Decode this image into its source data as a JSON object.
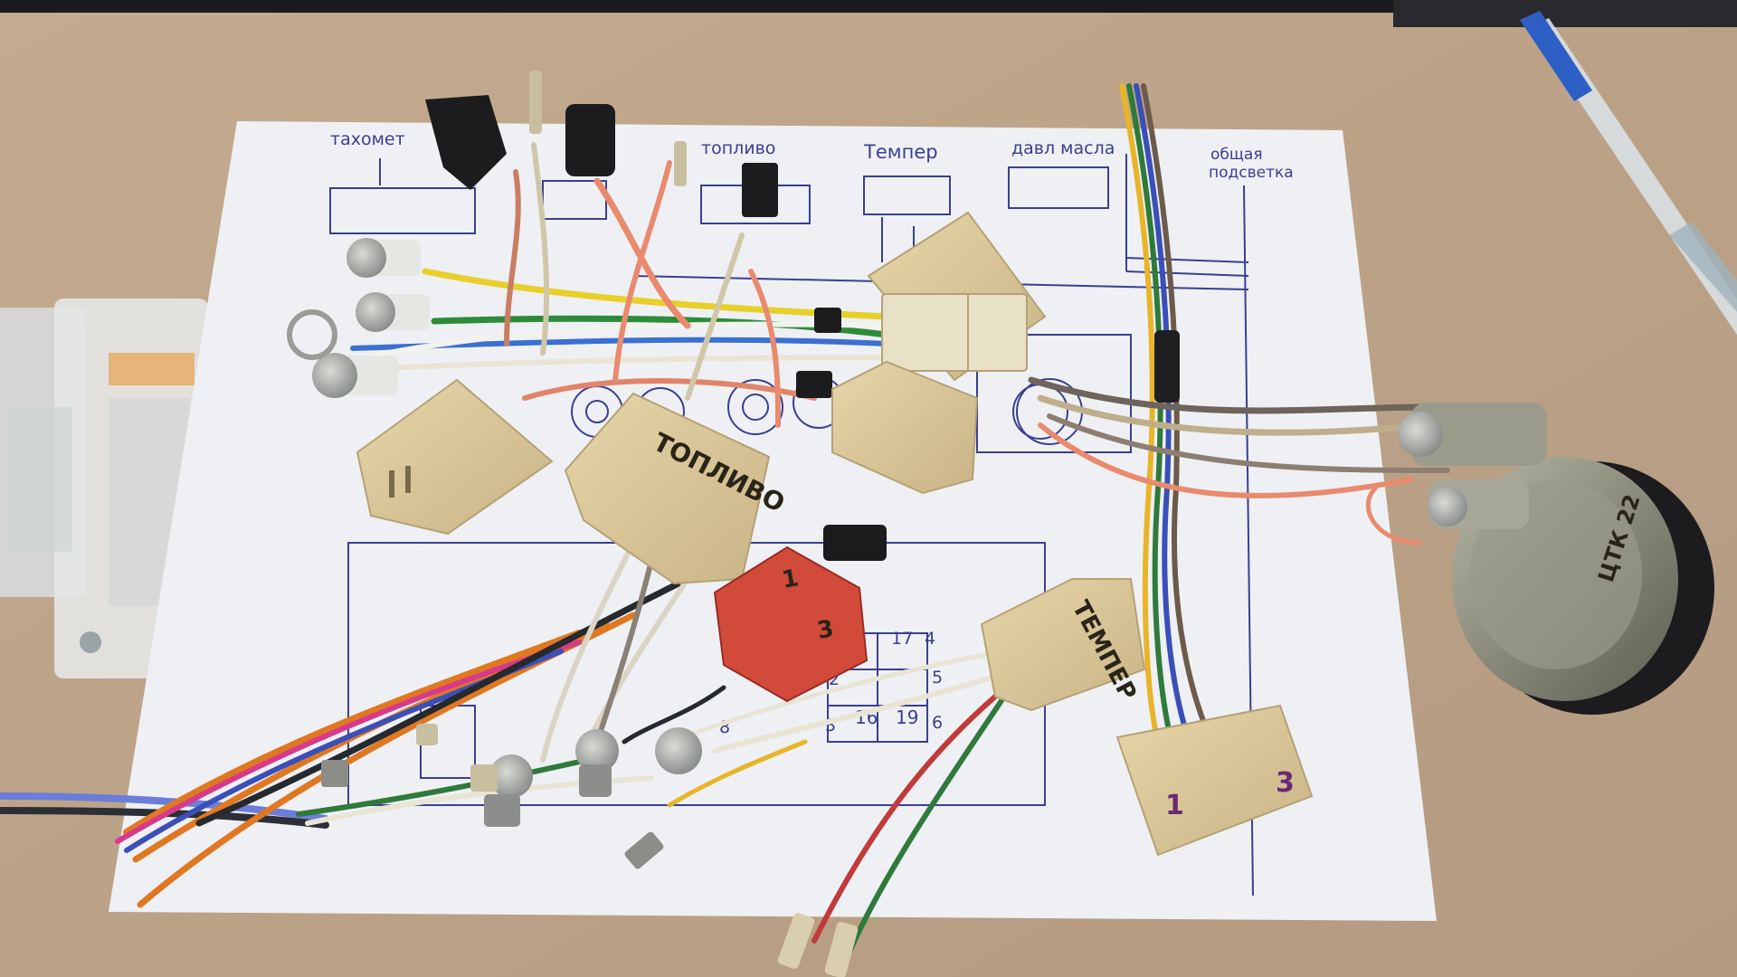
{
  "photo": {
    "subject": "",
    "colors": {
      "desk": "#c9b39a",
      "paper": "#eef0f4",
      "ink": "#3b3f8f",
      "connector": "#dccb9c",
      "red_connector": "#d24a3a",
      "gauge_metal": "#8f8f80"
    }
  },
  "diagram_labels": {
    "tachometer": "тахомет",
    "fuel": "топливо",
    "temp": "Темпер",
    "oil_pressure": "давл масла",
    "general": "общая",
    "suspension": "подсветка"
  },
  "pin_numbers": {
    "n1": "1",
    "n2": "2",
    "n3": "3",
    "n4": "4",
    "n5": "5",
    "n6": "6",
    "n16": "16",
    "n17": "17",
    "n19": "19",
    "n8": "8"
  },
  "connector_labels": {
    "fuel": "ТОПЛИВО",
    "temp": "ТЕМПЕР",
    "red_mark": "1",
    "red_mark2": "3",
    "purple_1": "1",
    "purple_3": "3",
    "gauge_mark": "ЦТК 22"
  }
}
